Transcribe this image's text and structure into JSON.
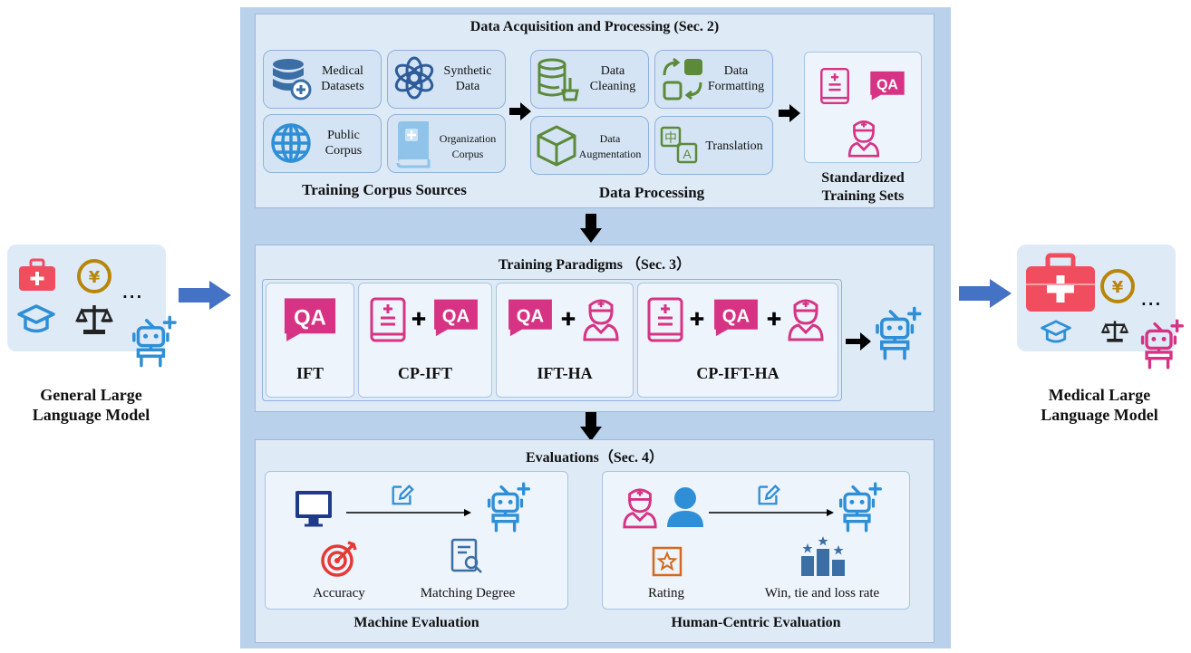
{
  "left_model": {
    "label": "General Large Language Model",
    "label_line1": "General Large",
    "label_line2": "Language Model",
    "ellipsis": "..."
  },
  "right_model": {
    "label": "Medical Large Language Model",
    "label_line1": "Medical Large",
    "label_line2": "Language Model",
    "ellipsis": "..."
  },
  "section1": {
    "title": "Data Acquisition and Processing (Sec. 2)",
    "sources_title": "Training Corpus Sources",
    "sources": [
      {
        "label_line1": "Medical",
        "label_line2": "Datasets",
        "icon": "database-icon"
      },
      {
        "label_line1": "Synthetic",
        "label_line2": "Data",
        "icon": "openai-icon"
      },
      {
        "label_line1": "Public",
        "label_line2": "Corpus",
        "icon": "globe-icon"
      },
      {
        "label_line1": "Organization",
        "label_line2": "Corpus",
        "icon": "book-icon"
      }
    ],
    "processing_title": "Data Processing",
    "processing": [
      {
        "label_line1": "Data",
        "label_line2": "Cleaning",
        "icon": "db-clean-icon"
      },
      {
        "label_line1": "Data",
        "label_line2": "Formatting",
        "icon": "format-icon"
      },
      {
        "label_line1": "Data",
        "label_line2": "Augmentation",
        "icon": "cube-icon"
      },
      {
        "label_line1": "Translation",
        "label_line2": "",
        "icon": "translate-icon"
      }
    ],
    "sets_title_line1": "Standardized",
    "sets_title_line2": "Training Sets"
  },
  "section2": {
    "title": "Training Paradigms （Sec. 3）",
    "paradigms": [
      "IFT",
      "CP-IFT",
      "IFT-HA",
      "CP-IFT-HA"
    ],
    "qa_text": "QA",
    "plus": "+"
  },
  "section3": {
    "title": "Evaluations（Sec. 4）",
    "machine": {
      "title": "Machine Evaluation",
      "metric1": "Accuracy",
      "metric2": "Matching Degree"
    },
    "human": {
      "title": "Human-Centric Evaluation",
      "metric1": "Rating",
      "metric2": "Win, tie and loss rate"
    }
  },
  "colors": {
    "blue": "#2f8fd6",
    "pink": "#d63384",
    "red": "#f04e5e",
    "gold": "#b8860b",
    "arrow_blue": "#4472c4",
    "panel": "#deebf7",
    "outer": "#b9d1ea"
  }
}
